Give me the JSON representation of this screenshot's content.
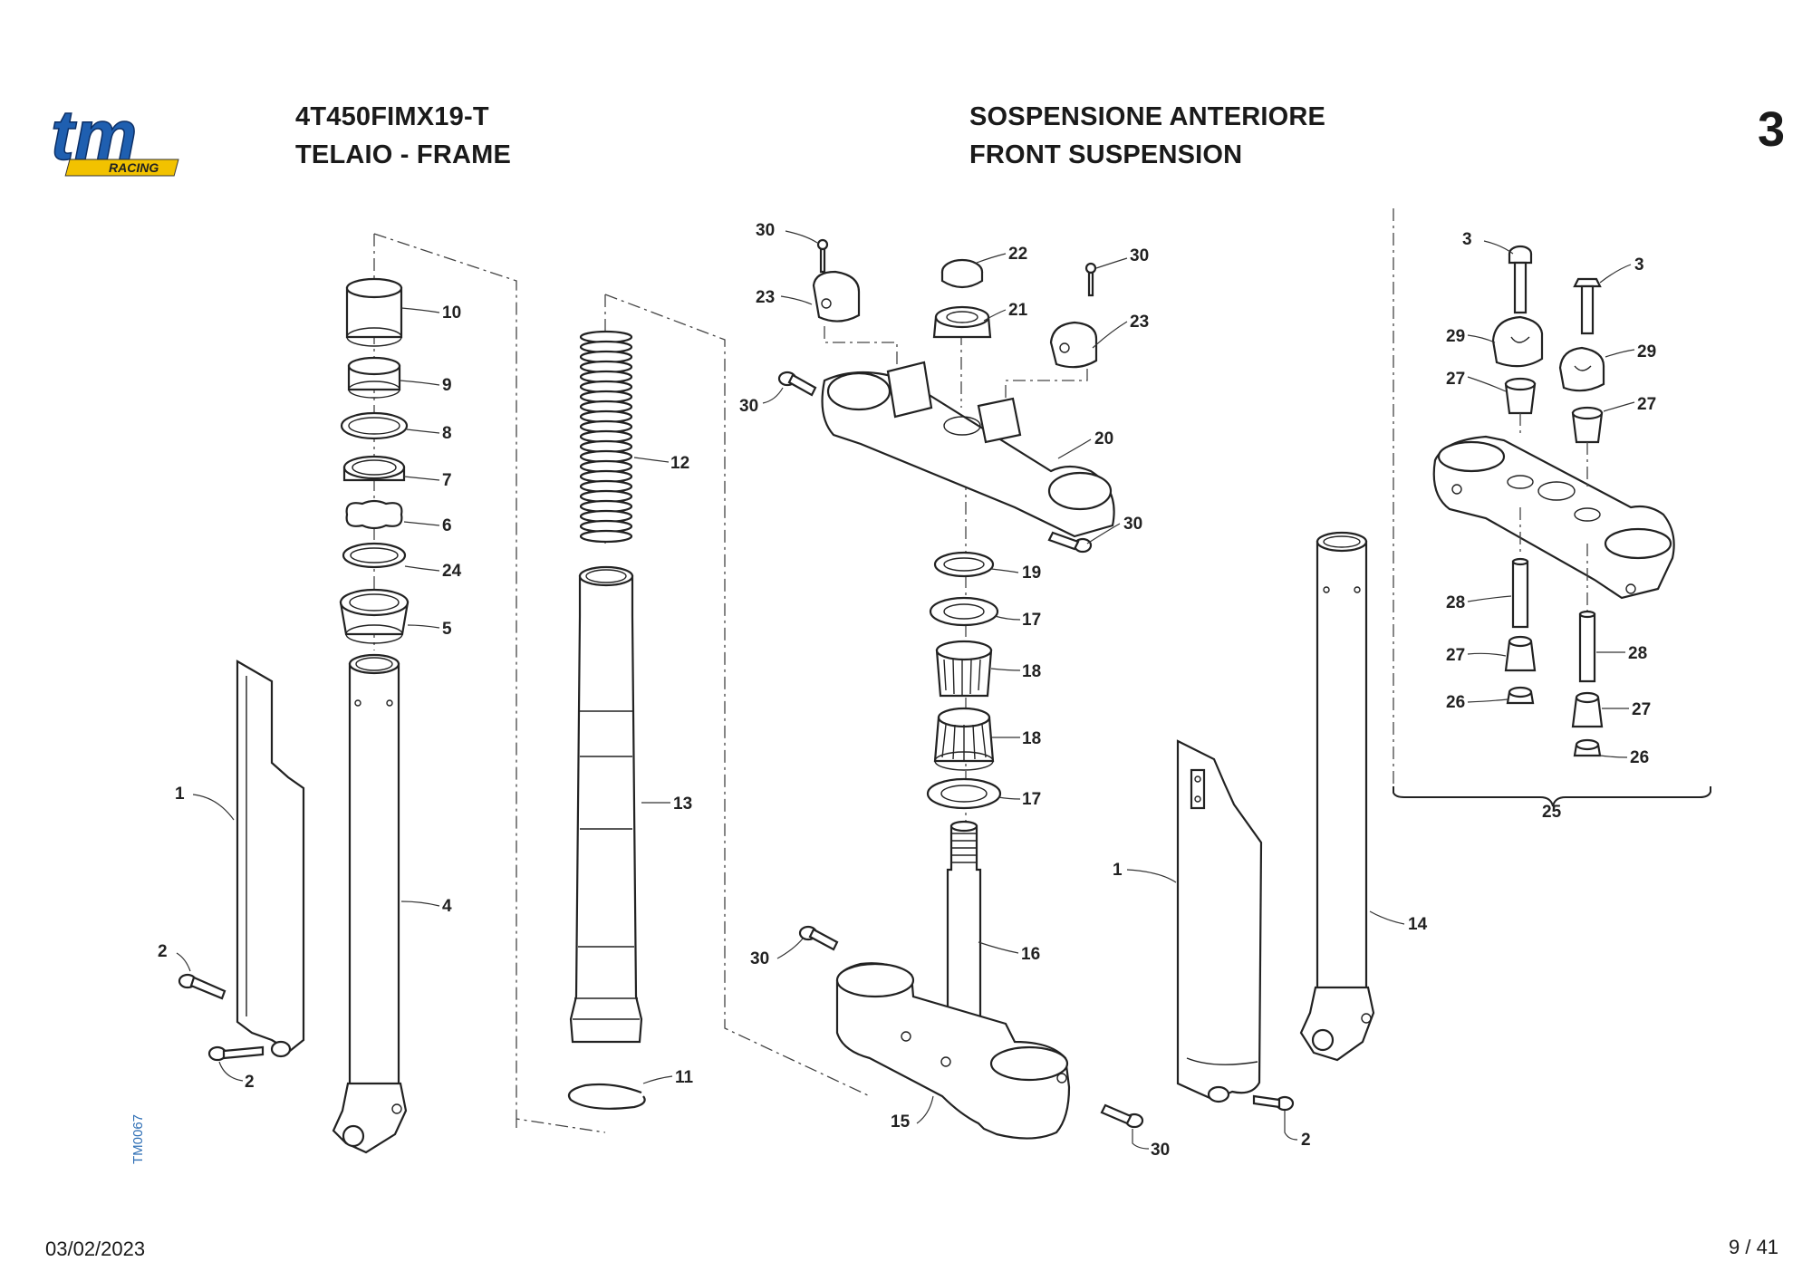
{
  "header": {
    "model_code": "4T450FIMX19-T",
    "group_it_en": "TELAIO - FRAME",
    "title_it": "SOSPENSIONE ANTERIORE",
    "title_en": "FRONT SUSPENSION",
    "section_number": "3"
  },
  "logo": {
    "text": "tm",
    "subtext": "RACING",
    "colors": {
      "primary": "#1f5fb0",
      "accent": "#f2c200"
    }
  },
  "drawing_code": "TM0067",
  "footer": {
    "date": "03/02/2023",
    "page": "9 / 41"
  },
  "callouts": {
    "c1a": "1",
    "c2a": "2",
    "c2b": "2",
    "c4": "4",
    "c5": "5",
    "c6": "6",
    "c7": "7",
    "c8": "8",
    "c9": "9",
    "c10": "10",
    "c24": "24",
    "c11": "11",
    "c12": "12",
    "c13": "13",
    "c30a": "30",
    "c23a": "23",
    "c30b": "30",
    "c22": "22",
    "c21": "21",
    "c30c": "30",
    "c23b": "23",
    "c20": "20",
    "c30d": "30",
    "c19": "19",
    "c17a": "17",
    "c18a": "18",
    "c18b": "18",
    "c17b": "17",
    "c16": "16",
    "c30e": "30",
    "c15": "15",
    "c30f": "30",
    "c1b": "1",
    "c14": "14",
    "c2c": "2",
    "c3a": "3",
    "c3b": "3",
    "c29a": "29",
    "c29b": "29",
    "c27a": "27",
    "c27b": "27",
    "c28a": "28",
    "c28b": "28",
    "c27c": "27",
    "c27d": "27",
    "c26a": "26",
    "c26b": "26",
    "c25": "25"
  }
}
